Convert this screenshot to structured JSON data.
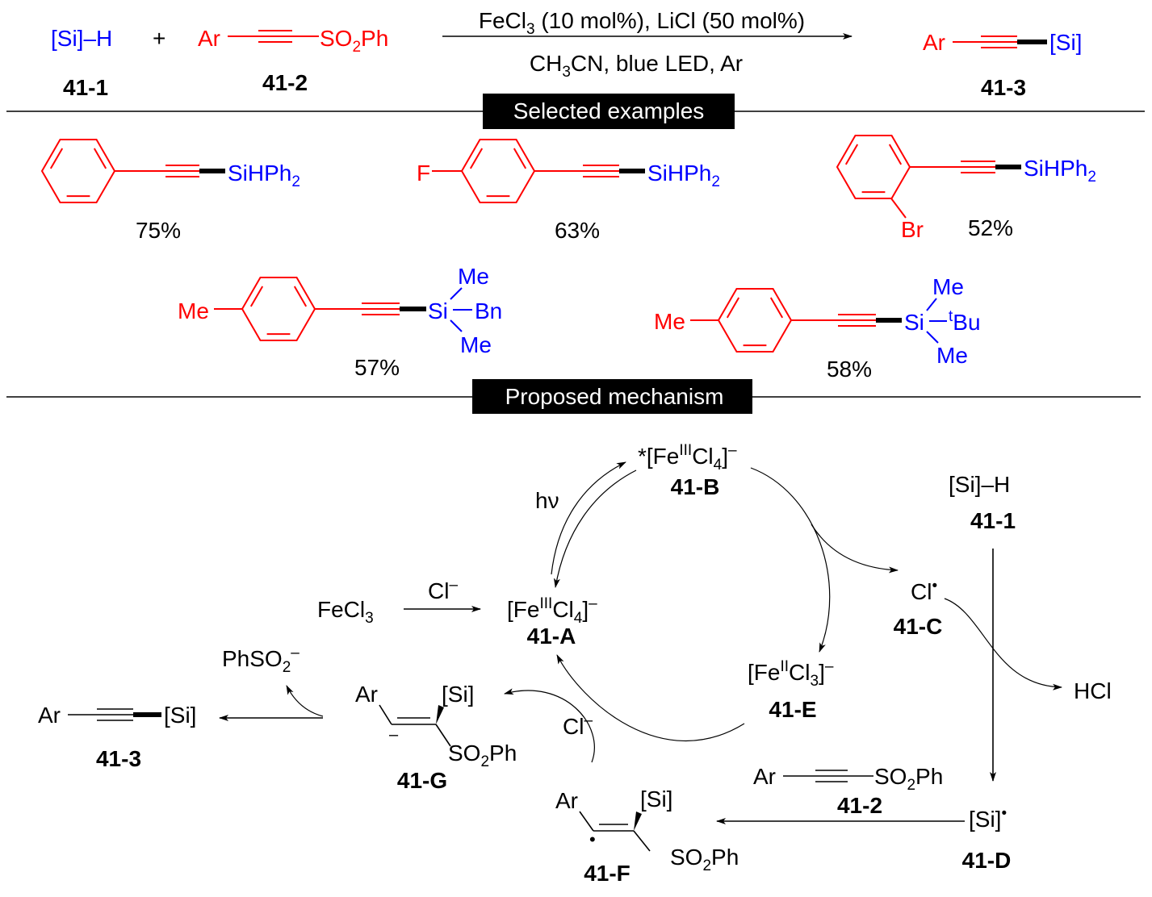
{
  "colors": {
    "aryl": "#ff0000",
    "silyl": "#0000ff",
    "text": "#000000",
    "banner": "#000000"
  },
  "scheme": {
    "reactant1": "[Si]–H",
    "reactant1_label": "41-1",
    "plus": "+",
    "reactant2_ar": "Ar",
    "reactant2_group": "SO_{2}Ph",
    "reactant2_label": "41-2",
    "conditions_top": "FeCl_{3} (10 mol%), LiCl (50 mol%)",
    "conditions_bottom": "CH_{3}CN, blue LED, Ar",
    "product_ar": "Ar",
    "product_si": "[Si]",
    "product_label": "41-3"
  },
  "sections": {
    "examples": "Selected examples",
    "mechanism": "Proposed mechanism"
  },
  "examples": [
    {
      "silyl": "SiHPh_{2}",
      "yield": "75%"
    },
    {
      "substituent": "F",
      "silyl": "SiHPh_{2}",
      "yield": "63%"
    },
    {
      "substituent": "Br",
      "silyl": "SiHPh_{2}",
      "yield": "52%"
    },
    {
      "substituent": "Me",
      "si": "Si",
      "si_top": "Me",
      "si_right": "Bn",
      "si_bottom": "Me",
      "yield": "57%"
    },
    {
      "substituent": "Me",
      "si": "Si",
      "si_top": "Me",
      "si_right": "^{t}Bu",
      "si_bottom": "Me",
      "yield": "58%"
    }
  ],
  "mechanism": {
    "B": {
      "formula": "*[Fe^{III}Cl_{4}]^{–}",
      "label": "41-B"
    },
    "hv": "hν",
    "silane": {
      "formula": "[Si]–H",
      "label": "41-1"
    },
    "fecl3": "FeCl_{3}",
    "cl_add": "Cl^{–}",
    "A": {
      "formula": "[Fe^{III}Cl_{4}]^{–}",
      "label": "41-A"
    },
    "C": {
      "formula": "Cl^{•}",
      "label": "41-C"
    },
    "hcl": "HCl",
    "phso2": "PhSO_{2}^{–}",
    "E": {
      "formula": "[Fe^{II}Cl_{3}]^{–}",
      "label": "41-E"
    },
    "product": {
      "ar": "Ar",
      "si": "[Si]",
      "label": "41-3"
    },
    "G": {
      "ar": "Ar",
      "si": "[Si]",
      "so2ph": "SO_{2}Ph",
      "charge": "–",
      "label": "41-G"
    },
    "cl_cycle": "Cl^{–}",
    "sulfone": {
      "ar": "Ar",
      "so2ph": "SO_{2}Ph",
      "label": "41-2"
    },
    "D": {
      "formula": "[Si]^{•}",
      "label": "41-D"
    },
    "F": {
      "ar": "Ar",
      "si": "[Si]",
      "so2ph": "SO_{2}Ph",
      "radical": "•",
      "label": "41-F"
    }
  }
}
